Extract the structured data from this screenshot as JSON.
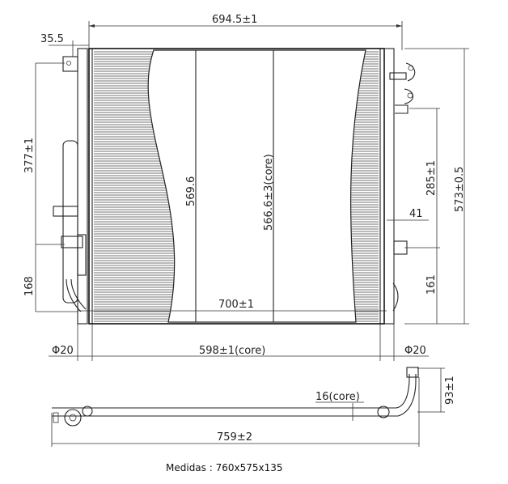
{
  "dimensions": {
    "overall_width": "694.5±1",
    "bracket_offset": "35.5",
    "left_upper_height": "377±1",
    "left_lower_height": "168",
    "core_height_inner": "569.6",
    "core_height": "566.6±3(core)",
    "right_upper_height": "285±1",
    "right_mid_offset": "41",
    "right_lower_height": "161",
    "total_height": "573±0.5",
    "tube_width": "700±1",
    "core_width": "598±1(core)",
    "left_pipe_diameter": "Φ20",
    "right_pipe_diameter": "Φ20",
    "core_depth": "16(core)",
    "fitting_height": "93±1",
    "overall_length": "759±2"
  },
  "caption": "Medidas : 760x575x135"
}
